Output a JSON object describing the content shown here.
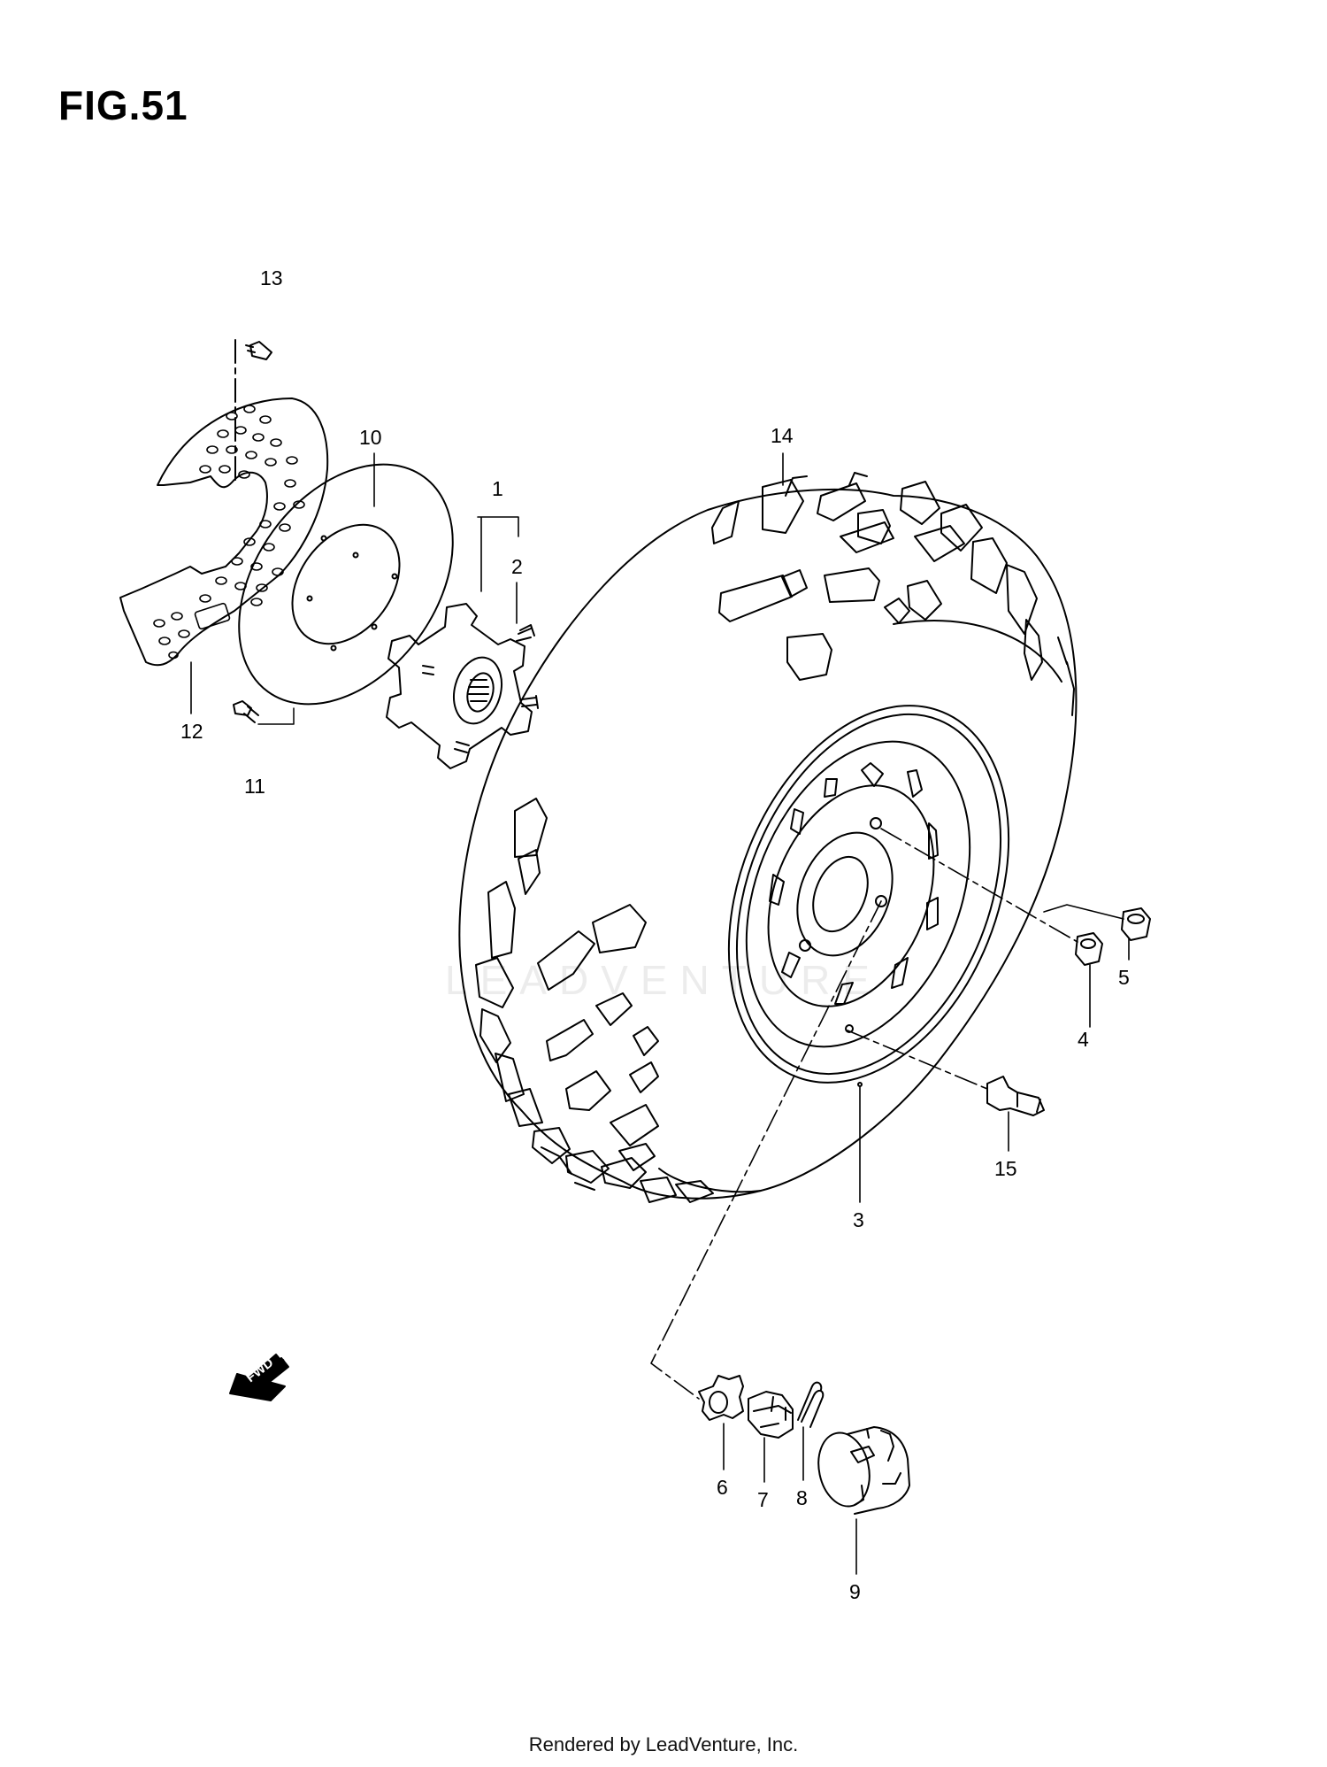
{
  "title": "FIG.51",
  "footer": "Rendered by LeadVenture, Inc.",
  "watermark_text": "LEADVENTURE",
  "fwd_label": "FWD",
  "callouts": {
    "p1": "1",
    "p2": "2",
    "p3": "3",
    "p4": "4",
    "p5": "5",
    "p6": "6",
    "p7": "7",
    "p8": "8",
    "p9": "9",
    "p10": "10",
    "p11": "11",
    "p12": "12",
    "p13": "13",
    "p14": "14",
    "p15": "15"
  }
}
